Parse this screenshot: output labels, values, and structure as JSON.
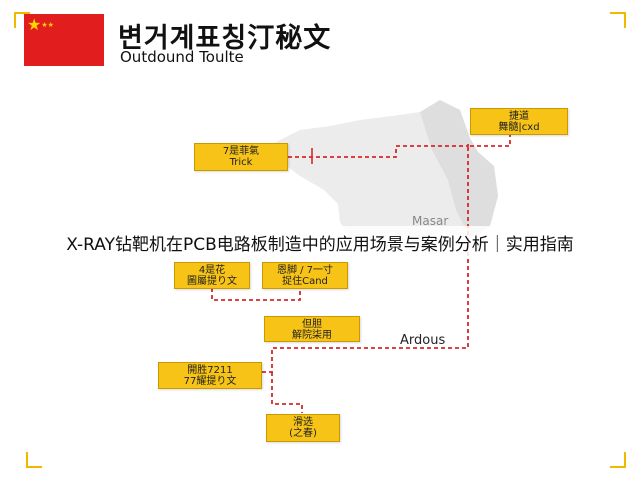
{
  "header": {
    "title": "변거계표칭汀秘文",
    "subtitle": "Outdound Toulte",
    "flag_colors": {
      "red": "#e21d1d",
      "star": "#ffd400"
    }
  },
  "banner_text": "X-RAY钻靶机在PCB电路板制造中的应用场景与案例分析｜实用指南",
  "map_labels": {
    "masar": "Masar",
    "ardous": "Ardous"
  },
  "boxes": {
    "top_right": {
      "line1": "捷道",
      "line2": "舞髓|cxd"
    },
    "left_upper": {
      "line1": "7是菲氣",
      "line2": "Trick"
    },
    "mid_left": {
      "line1": "4是花",
      "line2": "圖屬提り文"
    },
    "mid_center": {
      "line1": "恩脚 / 7一寸",
      "line2": "捉住Cand"
    },
    "center": {
      "line1": "但胆",
      "line2": "解院柒用"
    },
    "lower_left": {
      "line1": "開胜7211",
      "line2": "77耀提り文"
    },
    "bottom": {
      "line1": "滑选",
      "line2": "(之春)"
    }
  },
  "colors": {
    "accent": "#f6c316",
    "route": "#d42a2a"
  }
}
